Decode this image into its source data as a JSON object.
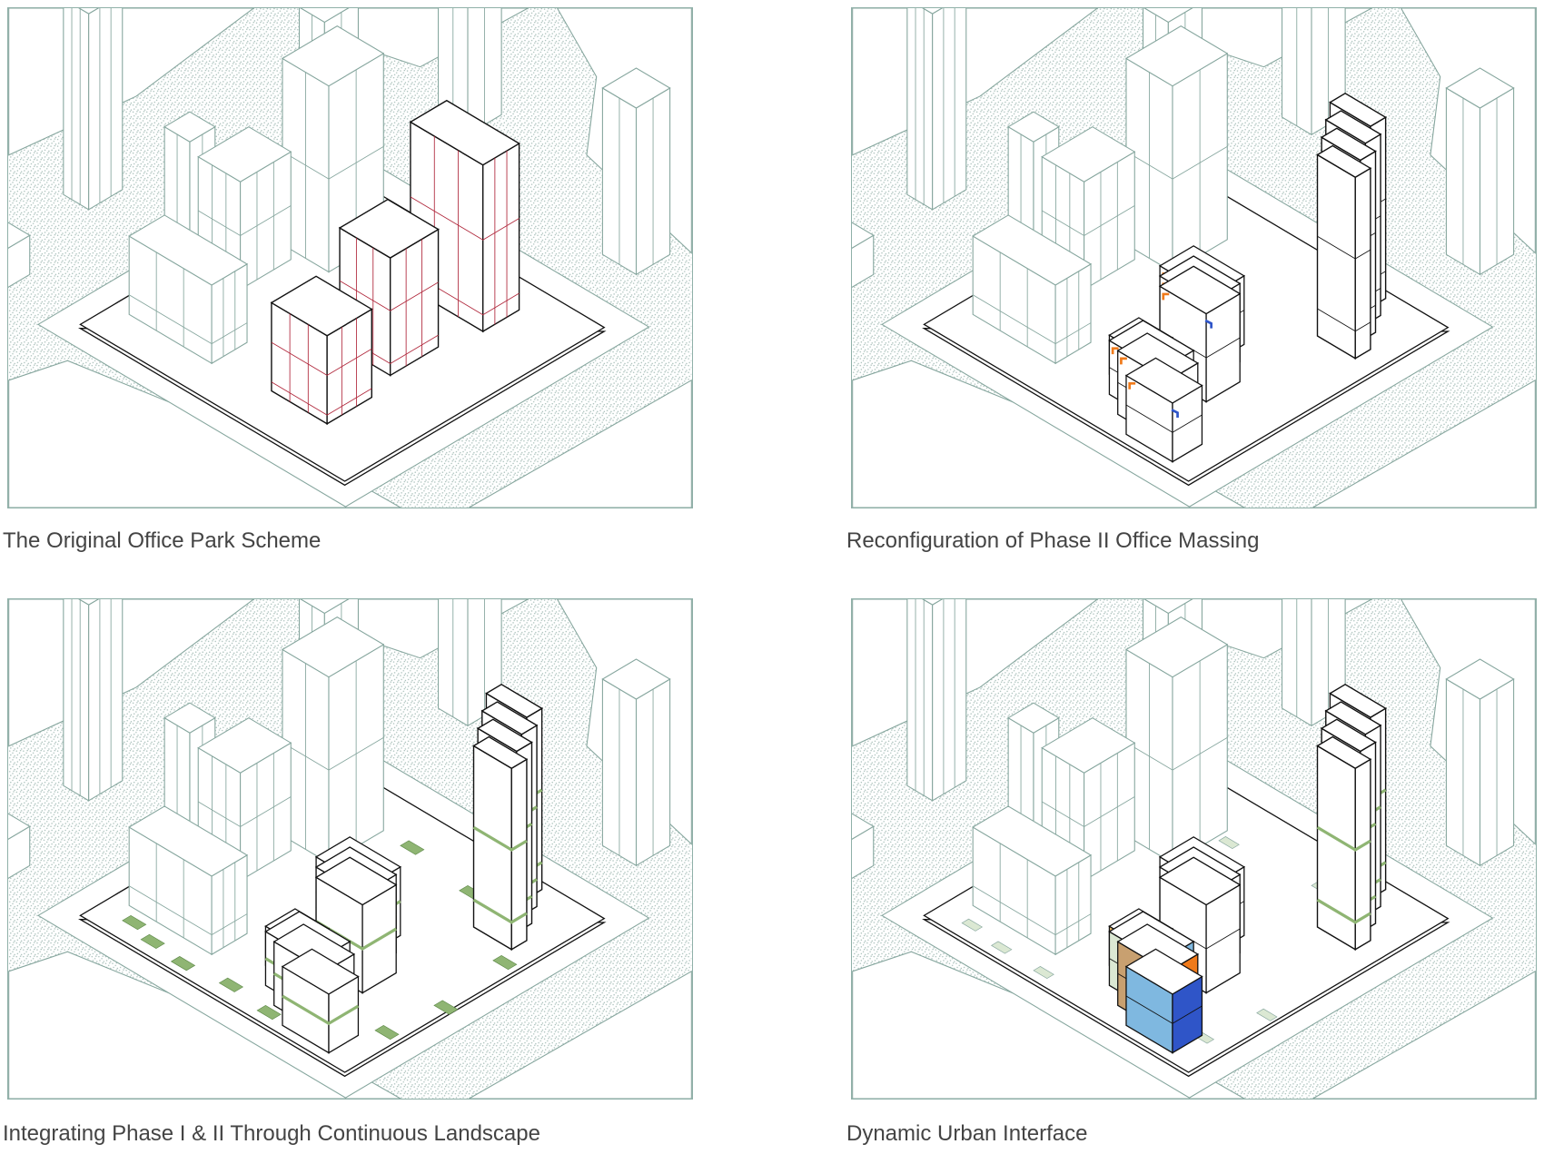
{
  "panels": [
    {
      "id": "original",
      "caption": "The Original Office Park Scheme"
    },
    {
      "id": "reconfiguration",
      "caption": "Reconfiguration of Phase II Office Massing"
    },
    {
      "id": "landscape",
      "caption": "Integrating Phase I & II Through Continuous Landscape"
    },
    {
      "id": "urban-interface",
      "caption": "Dynamic Urban Interface"
    }
  ],
  "colors": {
    "context": "#86a69e",
    "speckle": "#a9c0ba",
    "outline": "#111111",
    "red": "#b0283c",
    "orange": "#f07a1a",
    "blue": "#2f55c8",
    "green": "#8fb573",
    "lightgreen": "#dbe8d3"
  }
}
